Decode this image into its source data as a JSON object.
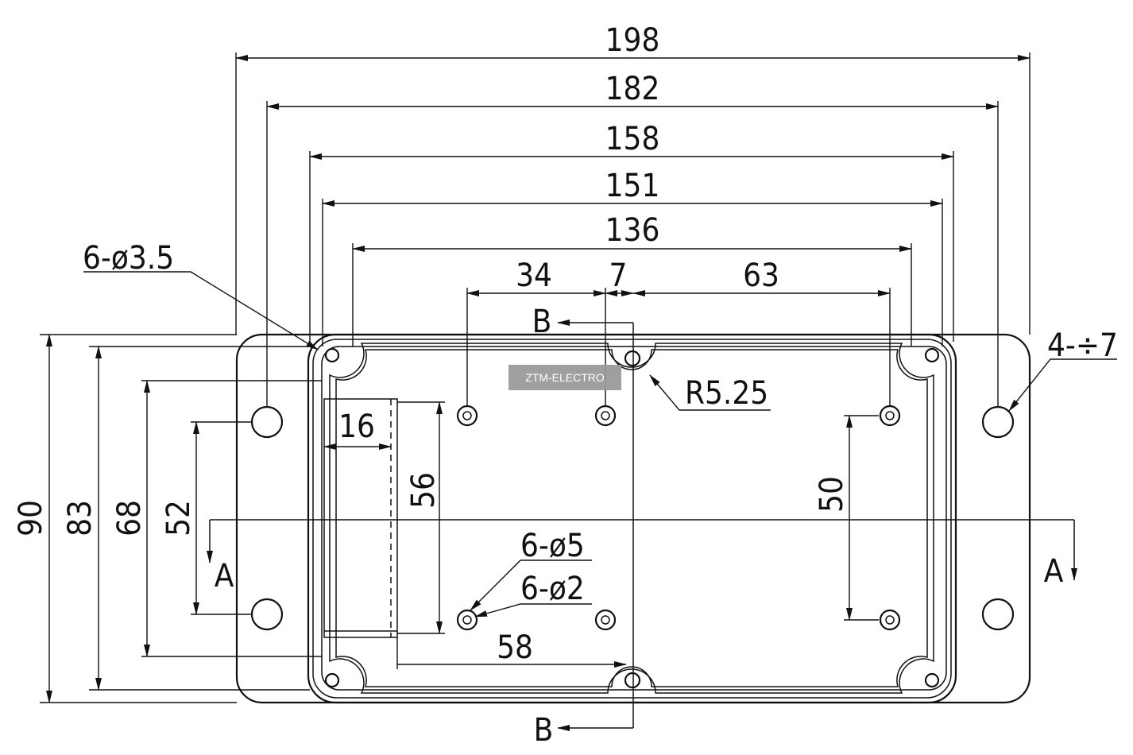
{
  "dimensions": {
    "overall_length": "198",
    "mount_hole_spacing_x": "182",
    "body_length": "158",
    "lid_screw_span_outer": "151",
    "inner_length": "136",
    "boss_offset_left": "34",
    "rib_offset": "7",
    "boss_offset_right": "63",
    "overall_width": "90",
    "body_width": "83",
    "inner_width": "68",
    "mount_hole_spacing_y": "52",
    "left_boss_span": "56",
    "right_boss_span": "50",
    "window_depth": "16",
    "lower_span": "58"
  },
  "callouts": {
    "lid_holes": "6-ø3.5",
    "mount_holes": "4-÷7",
    "boss_outer": "6-ø5",
    "boss_inner": "6-ø2",
    "corner_radius": "R5.25"
  },
  "section_marks": {
    "section_a": "A",
    "section_b": "B"
  },
  "watermark": "ZTM-ELECTRO"
}
